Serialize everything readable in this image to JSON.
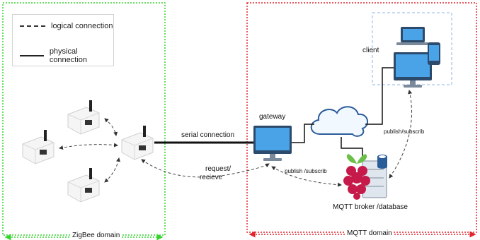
{
  "legend": {
    "logical": "logical connection",
    "physical": "physical connection"
  },
  "domains": {
    "zigbee": "ZigBee domain",
    "mqtt": "MQTT domain"
  },
  "nodes": {
    "gateway": "gateway",
    "client": "client",
    "broker": "MQTT broker /database"
  },
  "edges": {
    "serial": "serial connection",
    "request_line1": "request/",
    "request_line2": "recieve",
    "publish_gateway": "publish /subscrib",
    "publish_client": "publish/subscrib"
  },
  "colors": {
    "zigbee_border": "#37d42e",
    "mqtt_border": "#e0262e",
    "client_border": "#8fb4e6",
    "raspberry": "#c51a4a",
    "leaf": "#6cc04a"
  }
}
